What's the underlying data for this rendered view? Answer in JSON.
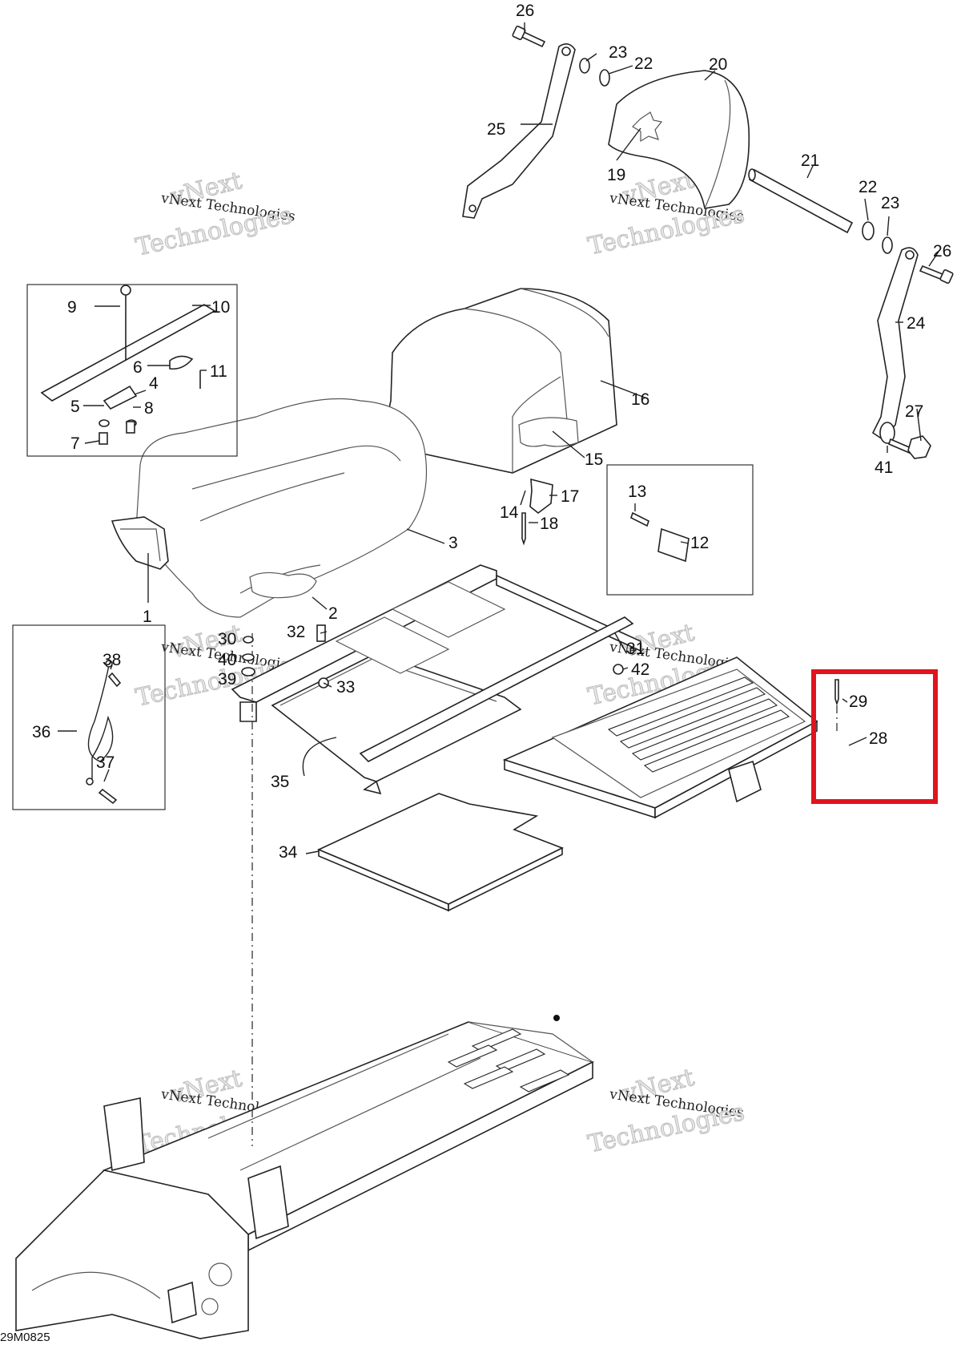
{
  "diagram_code": "29M0825",
  "watermark": {
    "line1": "vNext Technologies",
    "line2": "vNext",
    "line3": "Technologies"
  },
  "highlight_color": "#e0141e",
  "callouts": {
    "c1": "1",
    "c2": "2",
    "c3": "3",
    "c4": "4",
    "c5": "5",
    "c6": "6",
    "c7": "7",
    "c8": "8",
    "c9": "9",
    "c10": "10",
    "c11": "11",
    "c12": "12",
    "c13": "13",
    "c14": "14",
    "c15": "15",
    "c16": "16",
    "c17": "17",
    "c18": "18",
    "c19": "19",
    "c20": "20",
    "c21": "21",
    "c22a": "22",
    "c22b": "22",
    "c23a": "23",
    "c23b": "23",
    "c24": "24",
    "c25": "25",
    "c26a": "26",
    "c26b": "26",
    "c27": "27",
    "c28": "28",
    "c29": "29",
    "c30": "30",
    "c31": "31",
    "c32": "32",
    "c33": "33",
    "c34": "34",
    "c35": "35",
    "c36": "36",
    "c37": "37",
    "c38": "38",
    "c39": "39",
    "c40": "40",
    "c41": "41",
    "c42": "42"
  }
}
